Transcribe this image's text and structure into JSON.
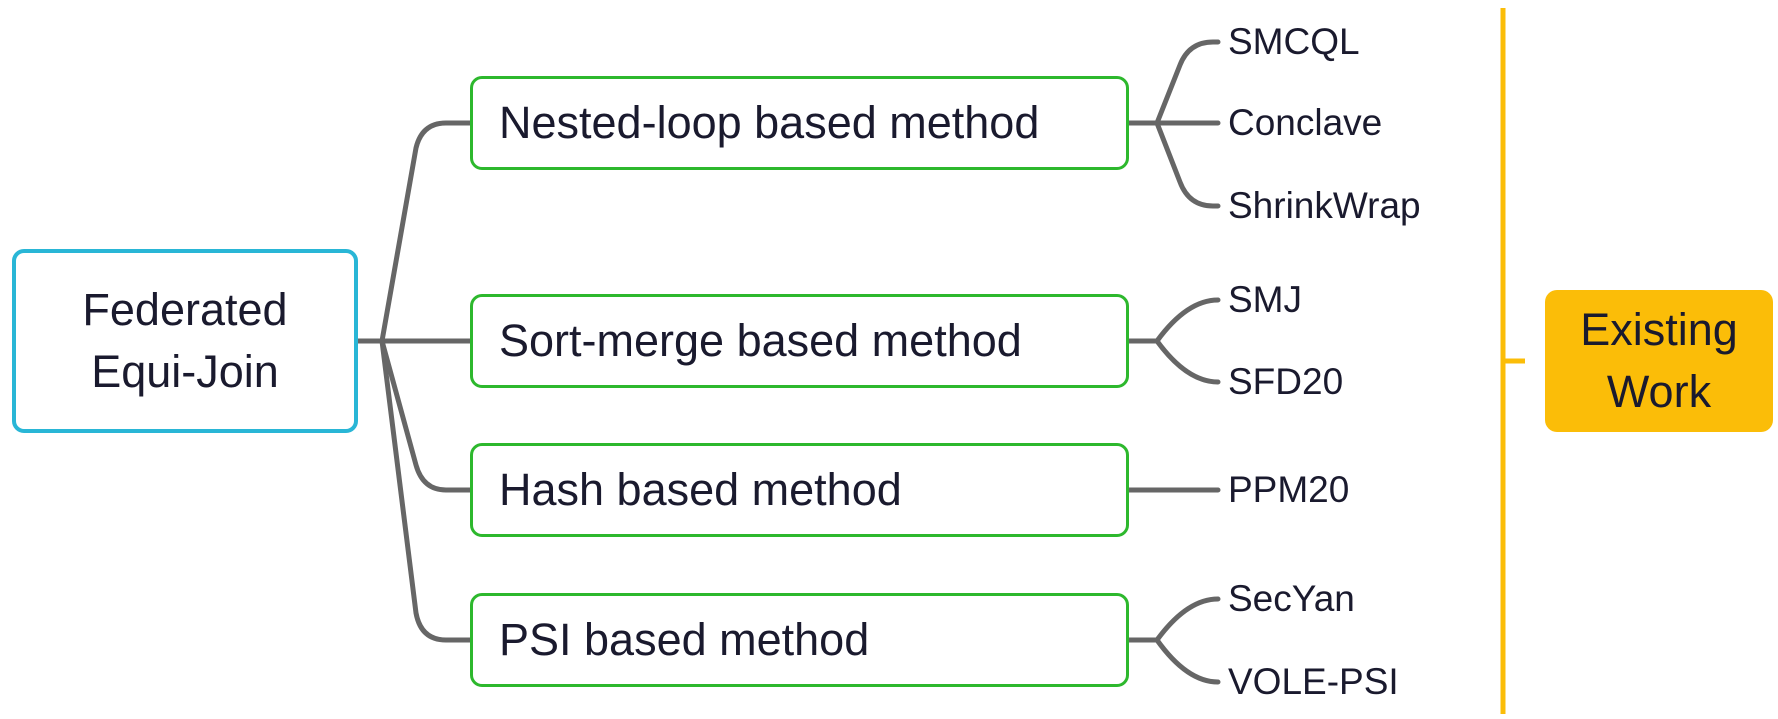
{
  "colors": {
    "root_border": "#29b6d6",
    "method_border": "#2db82d",
    "connector": "#666666",
    "bracket": "#fbbd08",
    "tag_fill": "#fbbd08"
  },
  "root": {
    "line1": "Federated",
    "line2": "Equi-Join"
  },
  "methods": [
    {
      "label": "Nested-loop based method",
      "leaves": [
        "SMCQL",
        "Conclave",
        "ShrinkWrap"
      ]
    },
    {
      "label": "Sort-merge based method",
      "leaves": [
        "SMJ",
        "SFD20"
      ]
    },
    {
      "label": "Hash based method",
      "leaves": [
        "PPM20"
      ]
    },
    {
      "label": "PSI based method",
      "leaves": [
        "SecYan",
        "VOLE-PSI"
      ]
    }
  ],
  "tag": {
    "line1": "Existing",
    "line2": "Work"
  }
}
